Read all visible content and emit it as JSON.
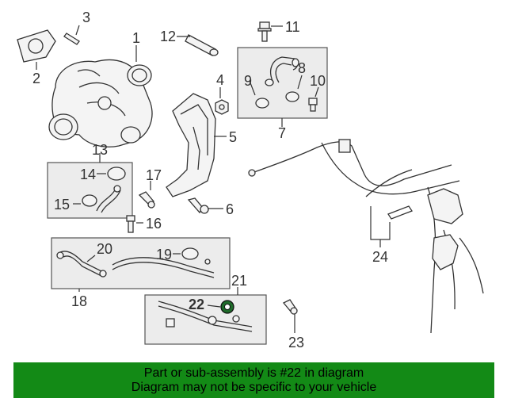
{
  "callouts": {
    "c1": "1",
    "c2": "2",
    "c3": "3",
    "c4": "4",
    "c5": "5",
    "c6": "6",
    "c7": "7",
    "c8": "8",
    "c9": "9",
    "c10": "10",
    "c11": "11",
    "c12": "12",
    "c13": "13",
    "c14": "14",
    "c15": "15",
    "c16": "16",
    "c17": "17",
    "c18": "18",
    "c19": "19",
    "c20": "20",
    "c21": "21",
    "c22": "22",
    "c23": "23",
    "c24": "24"
  },
  "highlight": {
    "part": "22",
    "color": "#1f6b2a"
  },
  "banner": {
    "line1": "Part or sub-assembly is #22 in diagram",
    "line2": "Diagram may not be specific to your vehicle",
    "background": "#138a16"
  }
}
